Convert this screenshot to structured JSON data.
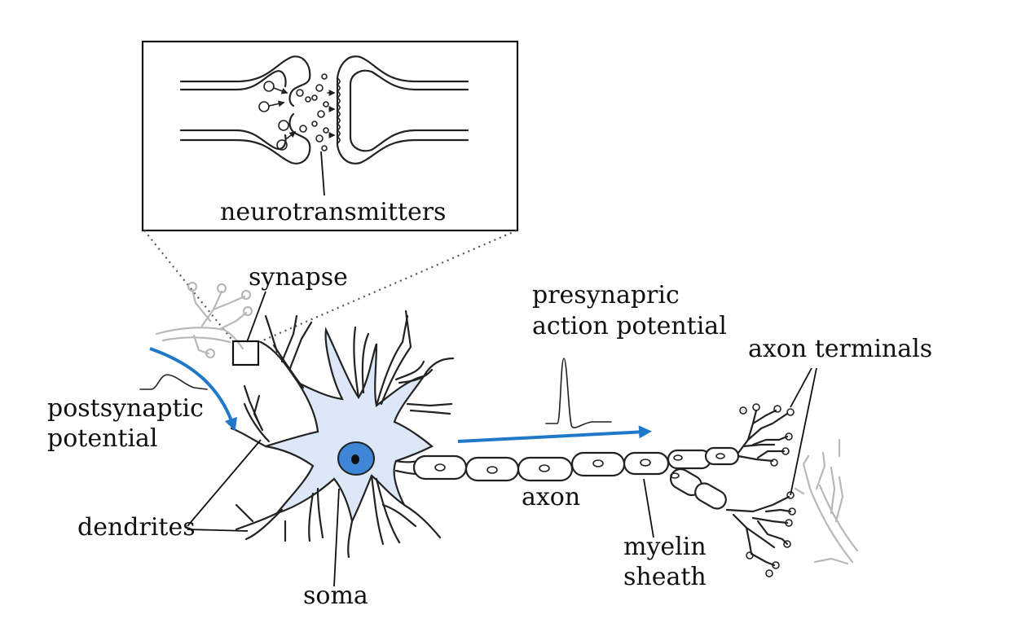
{
  "labels": {
    "neurotransmitters": "neurotransmitters",
    "synapse": "synapse",
    "presynaptic_line1": "presynapric",
    "presynaptic_line2": "action potential",
    "axon_terminals": "axon terminals",
    "postsynaptic_line1": "postsynaptic",
    "postsynaptic_line2": "potential",
    "dendrites": "dendrites",
    "soma": "soma",
    "axon": "axon",
    "myelin_line1": "myelin",
    "myelin_line2": "sheath"
  },
  "colors": {
    "soma_fill": "#dce7f7",
    "nucleus_fill": "#3f86d6",
    "arrow_blue": "#1f78c8",
    "ink": "#222222",
    "ghost": "#b8b8b8"
  }
}
